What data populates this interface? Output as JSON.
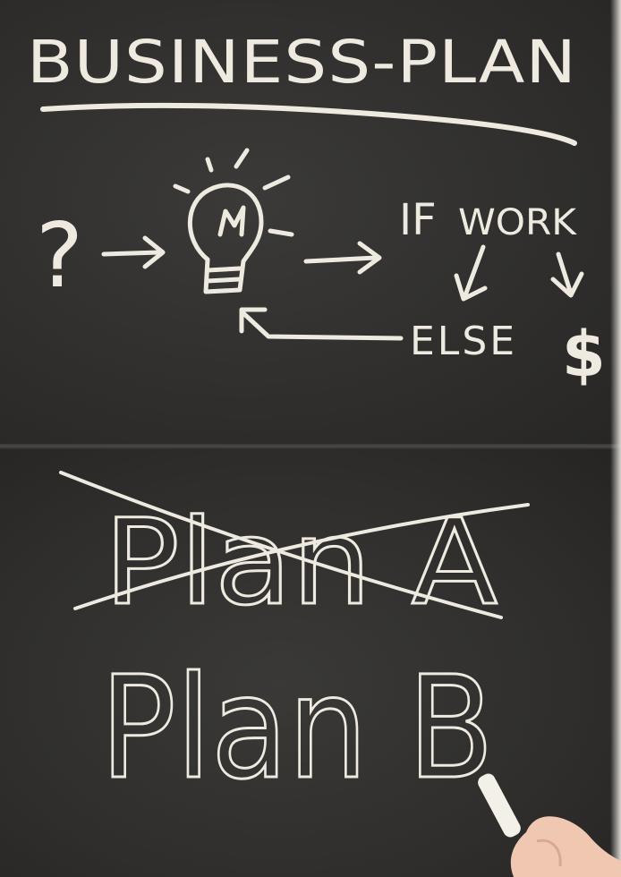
{
  "board": {
    "title": "BUSINESS-PLAN",
    "diagram": {
      "question": "?",
      "if_label": "IF",
      "work_label": "WORK",
      "else_label": "ELSE",
      "money_symbol": "$"
    },
    "crossed_out_plan": "Plan A",
    "new_plan": "Plan B"
  },
  "colors": {
    "chalkboard": "#302f2d",
    "chalk": "#eeeae0",
    "skin": "#f0c8b2"
  }
}
